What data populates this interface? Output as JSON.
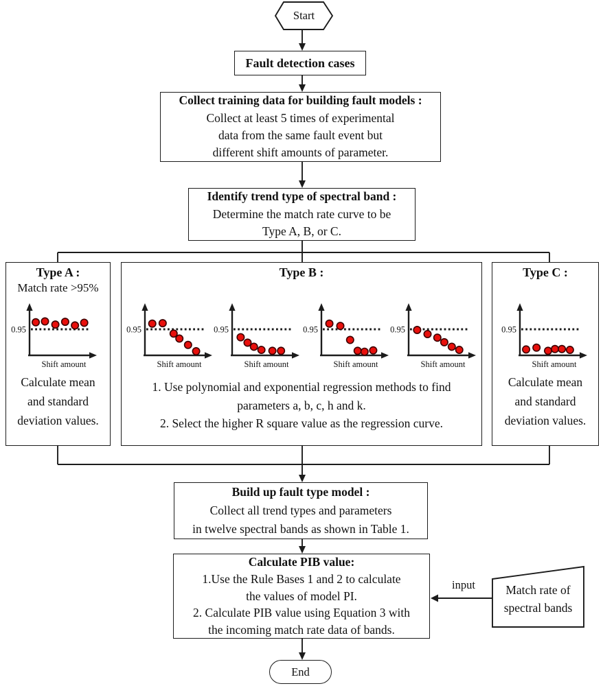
{
  "nodes": {
    "start": {
      "label": "Start"
    },
    "fault_cases": {
      "label": "Fault detection cases"
    },
    "collect": {
      "title": "Collect training data for building fault models :",
      "lines": [
        "Collect at least 5 times of experimental",
        "data from the same fault event but",
        "different shift amounts of parameter."
      ]
    },
    "identify": {
      "title": "Identify trend type of spectral band :",
      "lines": [
        "Determine the match rate curve to be",
        "Type A, B, or C."
      ]
    },
    "type_a": {
      "title": "Type A :",
      "subtitle": "Match rate >95%",
      "body": [
        "Calculate mean",
        "and standard",
        "deviation values."
      ]
    },
    "type_b": {
      "title": "Type B :",
      "body": [
        "1. Use polynomial and exponential regression methods to find",
        "parameters a, b, c, h and k.",
        "2. Select the higher R square value as the regression curve."
      ]
    },
    "type_c": {
      "title": "Type C :",
      "body": [
        "Calculate mean",
        "and standard",
        "deviation values."
      ]
    },
    "build": {
      "title": "Build up fault type model :",
      "lines": [
        "Collect all trend types and parameters",
        "in twelve spectral bands as shown in Table 1."
      ]
    },
    "pib": {
      "title": "Calculate PIB value:",
      "lines": [
        "1.Use the Rule Bases 1 and 2 to calculate",
        "the values of model PI.",
        "2. Calculate PIB value using Equation 3 with",
        "the incoming match rate data of bands."
      ]
    },
    "input_arrow": {
      "label": "input"
    },
    "match_rate": {
      "lines": [
        "Match rate of",
        "spectral bands"
      ]
    },
    "end": {
      "label": "End"
    }
  },
  "charts": {
    "axis_label": "Shift amount",
    "threshold_label": "0.95",
    "threshold_value": 0.95,
    "dot_fill": "#e8100c",
    "dot_stroke": "#3b0000",
    "line_color": "#1c1c1c",
    "items": [
      {
        "id": "type_a",
        "trend": "flat above threshold",
        "dots": [
          [
            0.06,
            0.3
          ],
          [
            0.22,
            0.28
          ],
          [
            0.4,
            0.35
          ],
          [
            0.57,
            0.29
          ],
          [
            0.74,
            0.37
          ],
          [
            0.9,
            0.31
          ]
        ]
      },
      {
        "id": "type_b_1",
        "trend": "linear decline",
        "dots": [
          [
            0.08,
            0.33
          ],
          [
            0.26,
            0.32
          ],
          [
            0.45,
            0.55
          ],
          [
            0.55,
            0.66
          ],
          [
            0.7,
            0.8
          ],
          [
            0.84,
            0.94
          ]
        ]
      },
      {
        "id": "type_b_2",
        "trend": "exponential decay",
        "dots": [
          [
            0.1,
            0.63
          ],
          [
            0.22,
            0.75
          ],
          [
            0.33,
            0.84
          ],
          [
            0.46,
            0.91
          ],
          [
            0.65,
            0.93
          ],
          [
            0.8,
            0.93
          ]
        ]
      },
      {
        "id": "type_b_3",
        "trend": "step drop",
        "dots": [
          [
            0.09,
            0.33
          ],
          [
            0.28,
            0.38
          ],
          [
            0.45,
            0.69
          ],
          [
            0.58,
            0.93
          ],
          [
            0.7,
            0.95
          ],
          [
            0.85,
            0.92
          ]
        ]
      },
      {
        "id": "type_b_4",
        "trend": "gradual decline",
        "dots": [
          [
            0.1,
            0.47
          ],
          [
            0.28,
            0.56
          ],
          [
            0.45,
            0.64
          ],
          [
            0.57,
            0.74
          ],
          [
            0.7,
            0.84
          ],
          [
            0.83,
            0.91
          ]
        ]
      },
      {
        "id": "type_c",
        "trend": "flat near zero",
        "dots": [
          [
            0.06,
            0.9
          ],
          [
            0.24,
            0.86
          ],
          [
            0.44,
            0.93
          ],
          [
            0.56,
            0.89
          ],
          [
            0.68,
            0.89
          ],
          [
            0.82,
            0.91
          ]
        ]
      }
    ]
  }
}
